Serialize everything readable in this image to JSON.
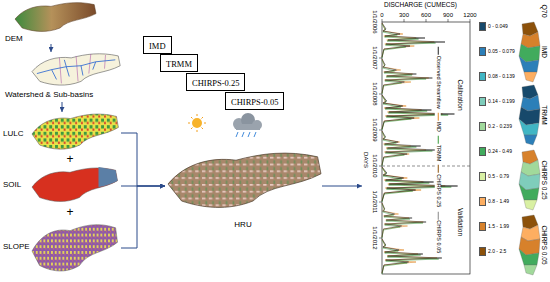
{
  "diagram": {
    "nodes": [
      {
        "text": [
          "DEM"
        ]
      },
      {
        "text": [
          "Watershed & Sub-basins"
        ]
      },
      {
        "text": [
          "LULC"
        ]
      },
      {
        "text": [
          "SOIL"
        ]
      },
      {
        "text": [
          "SLOPE"
        ]
      },
      {
        "text": [
          "IMD"
        ]
      },
      {
        "text": [
          "TRMM"
        ]
      },
      {
        "text": [
          "CHIRPS-0.25"
        ]
      },
      {
        "text": [
          "CHIRPS-0.05"
        ]
      },
      {
        "text": [
          "HRU"
        ]
      },
      {
        "text": [
          "DISCHARGE (CUMECS)"
        ]
      }
    ],
    "edges": [
      {
        "from": 0,
        "to": 1,
        "arrow": "to"
      },
      {
        "from": 1,
        "to": 2,
        "arrow": "to"
      },
      {
        "from": 2,
        "to": 9,
        "arrow": "to"
      },
      {
        "from": 3,
        "to": 9,
        "arrow": "to"
      },
      {
        "from": 4,
        "to": 9,
        "arrow": "to"
      },
      {
        "from": 9,
        "to": 10,
        "arrow": "to"
      }
    ],
    "labels": [
      "+",
      "+",
      "0",
      "300",
      "600",
      "900",
      "1200",
      "1/1/2006",
      "1/1/2007",
      "1/1/2008",
      "1/1/2009",
      "1/1/2010",
      "1/1/2011",
      "1/1/2012",
      "DAYS",
      "Calibration",
      "Validation",
      "Q70",
      "IMD",
      "TRMM",
      "CHIRPS 0.25",
      "CHIRPS 0.05"
    ],
    "legend": [
      {
        "text": "Observed Streamflow"
      },
      {
        "text": "IMD"
      },
      {
        "text": "TRMM"
      },
      {
        "text": "CHIRPS 0.25"
      },
      {
        "text": "CHIRPS 0.05"
      },
      {
        "text": "0 - 0.049",
        "color": "#17496b"
      },
      {
        "text": "0.05 - 0.079",
        "color": "#2c7fb8"
      },
      {
        "text": "0.08 - 0.139",
        "color": "#41b6c4"
      },
      {
        "text": "0.14 - 0.199",
        "color": "#7fcdbb"
      },
      {
        "text": "0.2 - 0.239",
        "color": "#a1d99b"
      },
      {
        "text": "0.24 - 0.49",
        "color": "#41ab5d"
      },
      {
        "text": "0.5 - 0.79",
        "color": "#d9f0a3"
      },
      {
        "text": "0.8 - 1.49",
        "color": "#fdae61"
      },
      {
        "text": "1.5 - 1.99",
        "color": "#d7812b"
      },
      {
        "text": "2.0 - 2.5",
        "color": "#8c510a"
      }
    ]
  }
}
